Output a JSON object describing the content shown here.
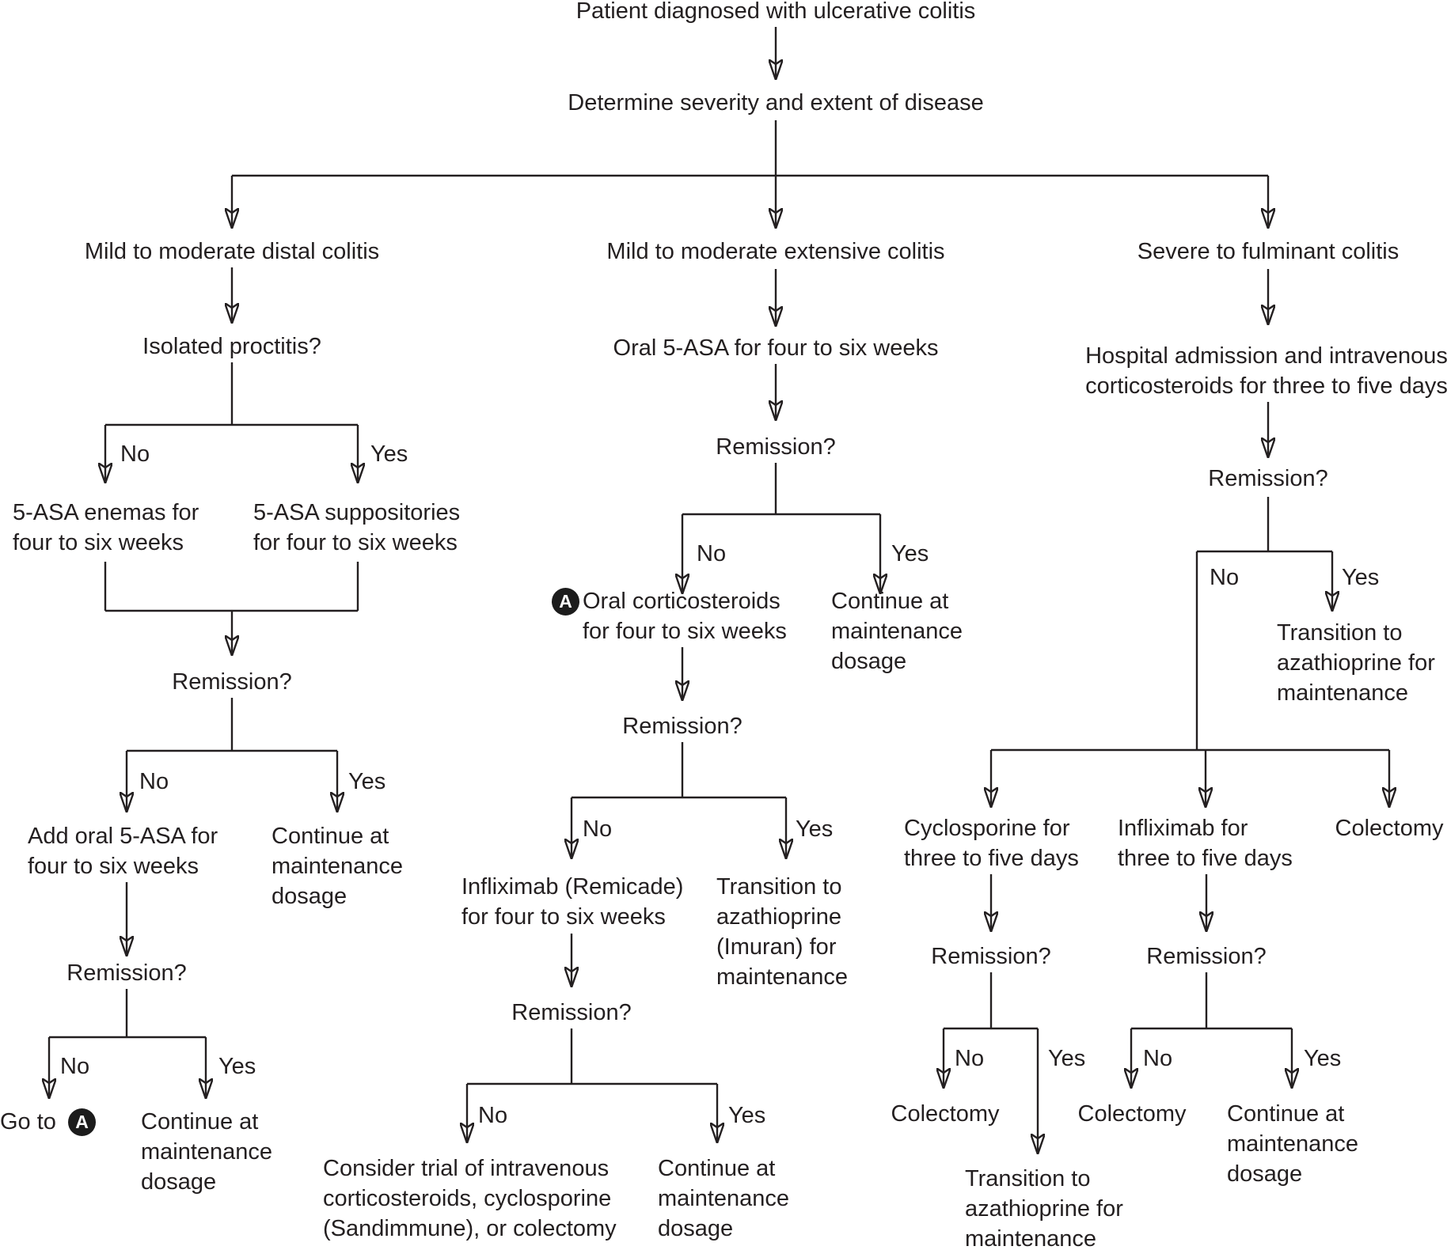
{
  "diagram": {
    "type": "flowchart",
    "title_node": "Patient diagnosed with ulcerative colitis",
    "nodes": {
      "patient": "Patient diagnosed with ulcerative colitis",
      "determine": "Determine severity and extent of disease",
      "branch_distal": "Mild to moderate distal colitis",
      "branch_extensive": "Mild to moderate extensive colitis",
      "branch_severe": "Severe to fulminant colitis",
      "isolated_proctitis": "Isolated proctitis?",
      "remission": "Remission?",
      "enemas": [
        "5-ASA enemas for",
        "four to six weeks"
      ],
      "suppositories": [
        "5-ASA suppositories",
        "for four to six weeks"
      ],
      "add_oral": [
        "Add oral 5-ASA for",
        "four to six weeks"
      ],
      "continue_maintenance": [
        "Continue at",
        "maintenance",
        "dosage"
      ],
      "goto_prefix": "Go to",
      "badge_letter": "A",
      "oral_5asa": "Oral 5-ASA for four to six weeks",
      "oral_cortico": [
        "Oral corticosteroids",
        "for four to six weeks"
      ],
      "infliximab_remicade": [
        "Infliximab (Remicade)",
        "for four to six weeks"
      ],
      "transition_imuran": [
        "Transition to",
        "azathioprine",
        "(Imuran) for",
        "maintenance"
      ],
      "consider_trial": [
        "Consider trial of intravenous",
        "corticosteroids, cyclosporine",
        "(Sandimmune), or colectomy"
      ],
      "hospital": [
        "Hospital admission and intravenous",
        "corticosteroids for three to five days"
      ],
      "transition_azathioprine": [
        "Transition to",
        "azathioprine for",
        "maintenance"
      ],
      "cyclosporine_days": [
        "Cyclosporine for",
        "three to five days"
      ],
      "infliximab_days": [
        "Infliximab for",
        "three to five days"
      ],
      "colectomy": "Colectomy"
    },
    "edge_labels": {
      "no": "No",
      "yes": "Yes"
    }
  },
  "colors": {
    "background": "#ffffff",
    "text": "#231f20",
    "line": "#231f20",
    "badge_bg": "#1c1c1c",
    "badge_fg": "#ffffff"
  }
}
